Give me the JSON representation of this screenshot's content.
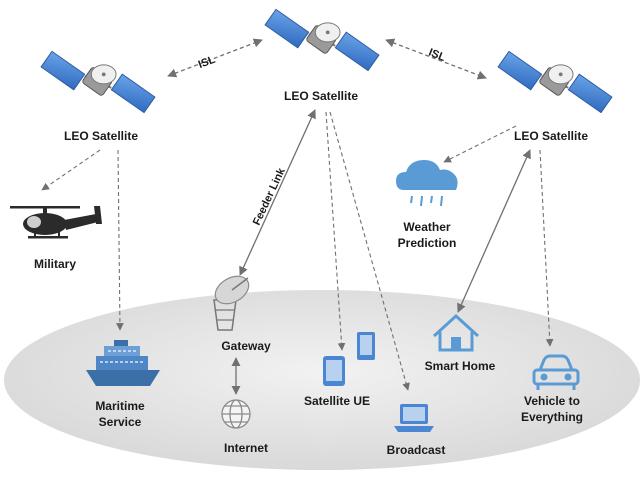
{
  "satellites": {
    "left_label": "LEO Satellite",
    "center_label": "LEO Satellite",
    "right_label": "LEO Satellite"
  },
  "links": {
    "isl_left": "ISL",
    "isl_right": "ISL",
    "feeder": "Feeder Link"
  },
  "nodes": {
    "military": "Military",
    "maritime": "Maritime Service",
    "gateway": "Gateway",
    "internet": "Internet",
    "satellite_ue": "Satellite UE",
    "broadcast": "Broadcast",
    "weather": "Weather Prediction",
    "smart_home": "Smart Home",
    "v2x": "Vehicle to Everything"
  },
  "colors": {
    "panel_blue": "#4a86d4",
    "icon_blue": "#5b9bd5",
    "ground_gray": "#e6e6e6",
    "arrow_gray": "#707070"
  }
}
